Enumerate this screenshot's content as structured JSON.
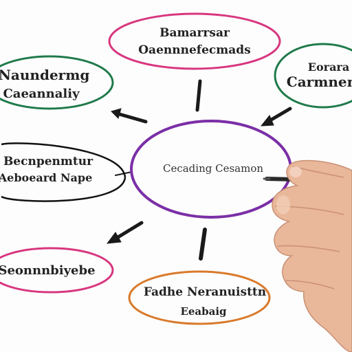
{
  "diagram": {
    "center": {
      "label": "Cecading Cesamon",
      "border_color": "#7b2fa6"
    },
    "nodes": [
      {
        "id": "top",
        "line1": "Bamarrsar",
        "line2": "Oaennnefecmads",
        "border_color": "#d8367f"
      },
      {
        "id": "top-left",
        "line1": "Naundermg",
        "line2": "Caeannaliy",
        "border_color": "#1f7a4a"
      },
      {
        "id": "top-right",
        "line1": "Eorara",
        "line2": "Carmnen",
        "border_color": "#1f7a4a"
      },
      {
        "id": "mid-left",
        "line1": "Becnpenmtur",
        "line2": "Aeboeard Nape",
        "border_color": "#111111"
      },
      {
        "id": "bottom-left",
        "line1": "Seonnnbiyebe",
        "line2": "",
        "border_color": "#d8367f"
      },
      {
        "id": "bottom-right",
        "line1": "Fadhe Neranuisttn",
        "line2": "Eeabaig",
        "border_color": "#d97a2b"
      }
    ],
    "arrow_color": "#1a1a1a",
    "hand_skin": "#e9b79a",
    "pen_color": "#2a2a2a"
  }
}
